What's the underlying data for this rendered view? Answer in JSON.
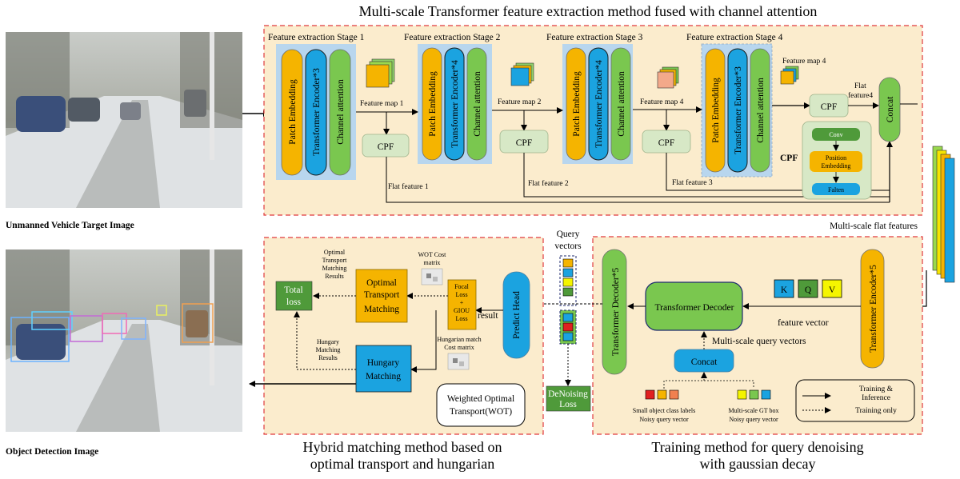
{
  "top_title": "Multi-scale Transformer feature extraction method fused with channel attention",
  "input_image_label": "Unmanned Vehicle Target Image",
  "output_image_label": "Object Detection Image",
  "stages": [
    {
      "title": "Feature extraction Stage 1",
      "pill1": "Patch Embedding",
      "pill2": "Transformer Encoder*3",
      "pill3": "Channel attention",
      "feature_map": "Feature map 1",
      "flat": "Flat feature 1"
    },
    {
      "title": "Feature extraction Stage 2",
      "pill1": "Patch Embedding",
      "pill2": "Transformer Encoder*4",
      "pill3": "Channel attention",
      "feature_map": "Feature map 2",
      "flat": "Flat feature 2"
    },
    {
      "title": "Feature extraction Stage 3",
      "pill1": "Patch Embedding",
      "pill2": "Transformer Encoder*4",
      "pill3": "Channel attention",
      "feature_map": "Feature map 4",
      "flat": "Flat feature 3"
    },
    {
      "title": "Feature extraction Stage 4",
      "pill1": "Patch Embedding",
      "pill2": "Transformer Encoder*3",
      "pill3": "Channel attention",
      "feature_map": "Feature map 4",
      "flat_a": "Flat",
      "flat_b": "feature4"
    }
  ],
  "cpf_label": "CPF",
  "cpf_detail": {
    "title": "CPF",
    "conv": "Conv",
    "pos1": "Position",
    "pos2": "Embedding",
    "flatten": "Falten"
  },
  "concat_label": "Concat",
  "multi_scale_flat_features": "Multi-scale flat features",
  "bottom_left_title_1": "Hybrid matching method based on",
  "bottom_left_title_2": "optimal transport and hungarian",
  "bottom_right_title_1": "Training method for query denoising",
  "bottom_right_title_2": "with gaussian decay",
  "query_vectors_1": "Query",
  "query_vectors_2": "vectors",
  "transformer_encoder5": "Transformer Encoder*5",
  "transformer_decoder5": "Transformer Decoder*5",
  "transformer_decoder": "Transformer Decoder",
  "kqv": [
    "K",
    "Q",
    "V"
  ],
  "feature_vector": "feature vector",
  "multi_scale_query_vectors": "Multi-scale query vectors",
  "concat_bottom": "Concat",
  "small_obj_1": "Small object class labels",
  "small_obj_2": "Noisy query vector",
  "gt_box_1": "Multi-scale GT box",
  "gt_box_2": "Noisy query vector",
  "legend_train_inf_1": "Training &",
  "legend_train_inf_2": "Inference",
  "legend_train_only": "Training only",
  "predict_head": "Predict Head",
  "result": "result",
  "loss_box": [
    "Focal",
    "Loss",
    "+",
    "GIOU",
    "Loss"
  ],
  "wot_cost_1": "WOT Cost",
  "wot_cost_2": "matrix",
  "hungarian_cost_1": "Hungarian match",
  "hungarian_cost_2": "Cost matrix",
  "opt_transport_1": "Optimal",
  "opt_transport_2": "Transport",
  "opt_transport_3": "Matching",
  "hungary_matching_1": "Hungary",
  "hungary_matching_2": "Matching",
  "total_loss_1": "Total",
  "total_loss_2": "loss",
  "otm_results": [
    "Optimal",
    "Transport",
    "Matching",
    "Results"
  ],
  "hm_results": [
    "Hungary",
    "Matching",
    "Results"
  ],
  "wot_box_1": "Weighted Optimal",
  "wot_box_2": "Transport(WOT)",
  "denoising_1": "DeNoising",
  "denoising_2": "Loss",
  "colors": {
    "panel": "#fbeccd",
    "dash": "#e0393c",
    "blue_bg": "#b8d6ee",
    "orange": "#f5b400",
    "blue": "#1ba3e0",
    "green": "#7ac74f",
    "pale_green": "#d7e8c6",
    "dark_green": "#4f9a3a"
  }
}
